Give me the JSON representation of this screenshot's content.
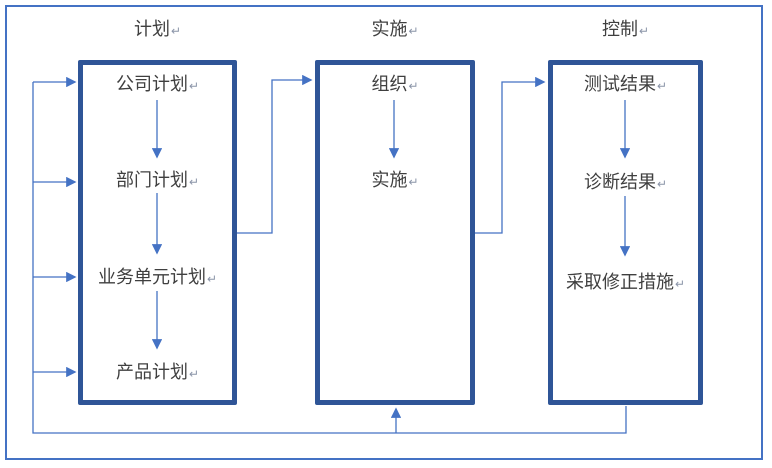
{
  "diagram": {
    "paragraph_mark": "↵",
    "columns": [
      {
        "title": "计划",
        "items": [
          "公司计划",
          "部门计划",
          "业务单元计划",
          "产品计划"
        ]
      },
      {
        "title": "实施",
        "items": [
          "组织",
          "实施"
        ]
      },
      {
        "title": "控制",
        "items": [
          "测试结果",
          "诊断结果",
          "采取修正措施"
        ]
      }
    ],
    "connections": [
      {
        "from": "公司计划",
        "to": "部门计划",
        "type": "sequence"
      },
      {
        "from": "部门计划",
        "to": "业务单元计划",
        "type": "sequence"
      },
      {
        "from": "业务单元计划",
        "to": "产品计划",
        "type": "sequence"
      },
      {
        "from": "计划",
        "to": "实施",
        "type": "stage"
      },
      {
        "from": "组织",
        "to": "实施",
        "type": "sequence"
      },
      {
        "from": "实施",
        "to": "控制",
        "type": "stage"
      },
      {
        "from": "测试结果",
        "to": "诊断结果",
        "type": "sequence"
      },
      {
        "from": "诊断结果",
        "to": "采取修正措施",
        "type": "sequence"
      },
      {
        "from": "控制",
        "to": "实施",
        "type": "feedback"
      },
      {
        "from": "控制",
        "to": "计划",
        "type": "feedback"
      }
    ],
    "colors": {
      "box_border": "#2f5597",
      "connector": "#4472c4",
      "outer_border": "#4472c4",
      "text": "#3f3f3f"
    }
  }
}
